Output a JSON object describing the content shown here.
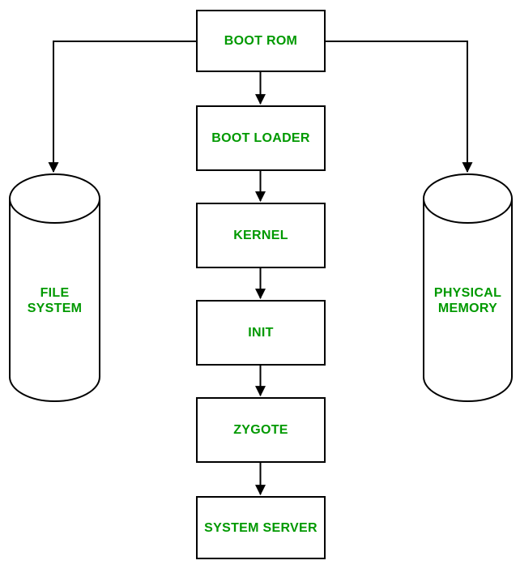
{
  "diagram": {
    "background_color": "#ffffff",
    "line_color": "#000000",
    "label_color": "#009900",
    "boxes": [
      {
        "id": "boot-rom",
        "label": "BOOT ROM"
      },
      {
        "id": "boot-loader",
        "label": "BOOT LOADER"
      },
      {
        "id": "kernel",
        "label": "KERNEL"
      },
      {
        "id": "init",
        "label": "INIT"
      },
      {
        "id": "zygote",
        "label": "ZYGOTE"
      },
      {
        "id": "system-server",
        "label": "SYSTEM SERVER"
      }
    ],
    "cylinders": [
      {
        "id": "file-system",
        "lines": [
          "FILE",
          "SYSTEM"
        ]
      },
      {
        "id": "physical-memory",
        "lines": [
          "PHYSICAL",
          "MEMORY"
        ]
      }
    ],
    "connections": [
      {
        "from": "BOOT ROM",
        "to": "FILE SYSTEM"
      },
      {
        "from": "BOOT ROM",
        "to": "PHYSICAL MEMORY"
      },
      {
        "from": "BOOT ROM",
        "to": "BOOT LOADER"
      },
      {
        "from": "BOOT LOADER",
        "to": "KERNEL"
      },
      {
        "from": "KERNEL",
        "to": "INIT"
      },
      {
        "from": "INIT",
        "to": "ZYGOTE"
      },
      {
        "from": "ZYGOTE",
        "to": "SYSTEM SERVER"
      }
    ]
  }
}
